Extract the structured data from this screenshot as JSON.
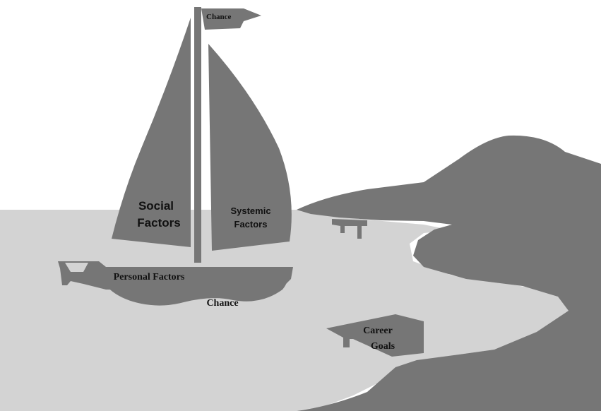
{
  "labels": {
    "flag": "Chance",
    "main_sail_line1": "Social",
    "main_sail_line2": "Factors",
    "jib_line1": "Systemic",
    "jib_line2": "Factors",
    "hull": "Personal Factors",
    "water": "Chance",
    "dock_line1": "Career",
    "dock_line2": "Goals"
  },
  "colors": {
    "dark_gray": "#767676",
    "water_gray": "#d3d3d3",
    "sky": "#ffffff",
    "text": "#111111"
  }
}
